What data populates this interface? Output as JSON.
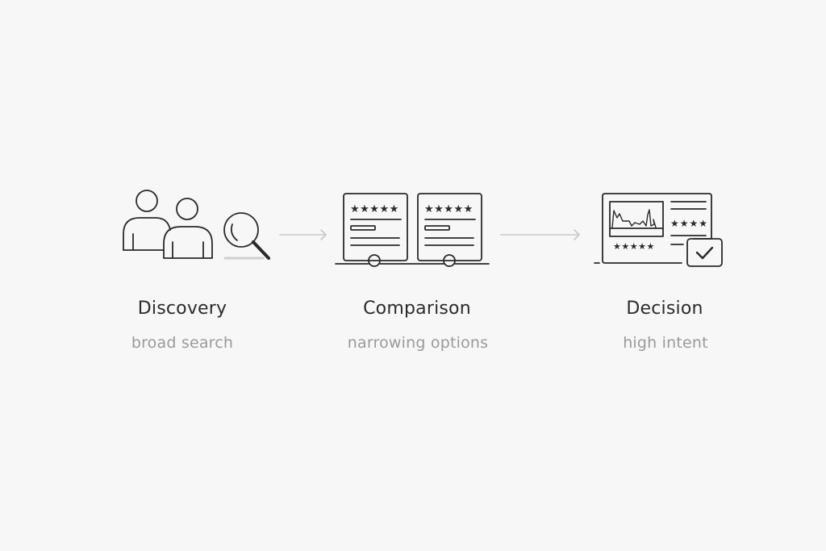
{
  "stages": [
    {
      "title": "Discovery",
      "subtitle": "broad search",
      "icon": "people-search-icon"
    },
    {
      "title": "Comparison",
      "subtitle": "narrowing options",
      "icon": "product-cards-compare-icon"
    },
    {
      "title": "Decision",
      "subtitle": "high intent",
      "icon": "product-page-check-icon"
    }
  ],
  "connectors": [
    "arrow-right-icon",
    "arrow-right-icon"
  ],
  "colors": {
    "background": "#f8f7f7",
    "stroke": "#2a2a2a",
    "title": "#2b2b2b",
    "subtitle": "#9a9a9a",
    "arrow": "#c8c8c8"
  }
}
